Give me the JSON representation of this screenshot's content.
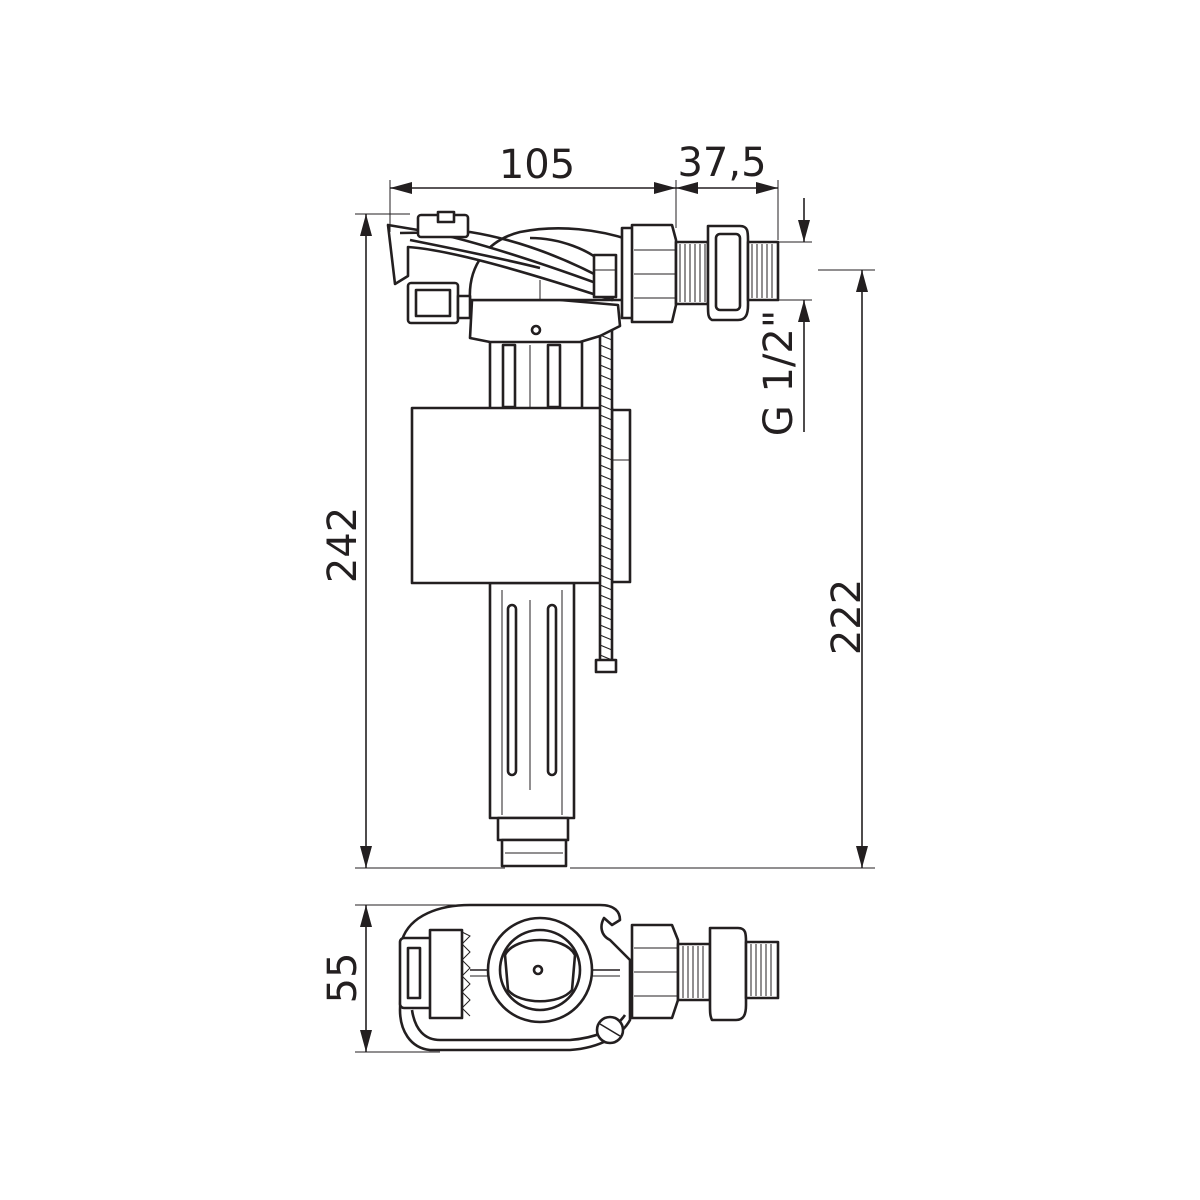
{
  "dimensions": {
    "width_body": "105",
    "width_inlet": "37,5",
    "thread": "G 1/2\"",
    "height_total": "242",
    "height_inlet": "222",
    "depth": "55"
  },
  "colors": {
    "line": "#231f20",
    "background": "#ffffff"
  }
}
